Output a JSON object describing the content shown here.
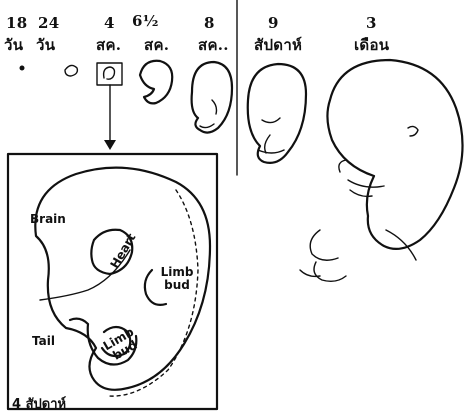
{
  "stages": [
    {
      "age": "18",
      "unit": "วัน"
    },
    {
      "age": "24",
      "unit": "วัน"
    },
    {
      "age": "4",
      "unit": "สค."
    },
    {
      "age": "6½",
      "unit": "สค."
    },
    {
      "age": "8",
      "unit": "สค.."
    },
    {
      "age": "9",
      "unit": "สัปดาห์"
    },
    {
      "age": "3",
      "unit": "เดือน"
    }
  ],
  "inset": {
    "labels": {
      "brain": "Brain",
      "heart": "Heart",
      "limb_bud_upper": "Limb bud",
      "tail": "Tail",
      "limb_bud_lower": "Limb bud"
    },
    "caption": "4 สัปดาห์"
  }
}
